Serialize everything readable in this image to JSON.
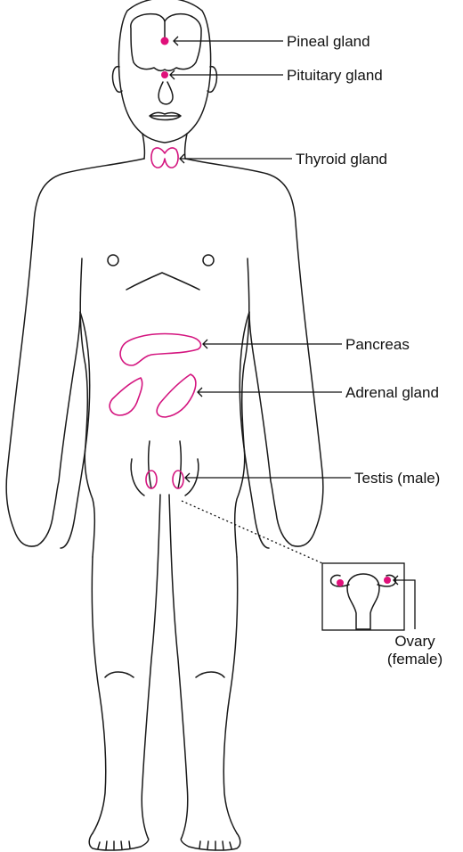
{
  "labels": {
    "pineal": "Pineal gland",
    "pituitary": "Pituitary gland",
    "thyroid": "Thyroid gland",
    "pancreas": "Pancreas",
    "adrenal": "Adrenal gland",
    "testis": "Testis (male)",
    "ovary_line1": "Ovary",
    "ovary_line2": "(female)"
  },
  "colors": {
    "gland_outline": "#d4157f",
    "gland_dot": "#e0107a",
    "body_outline": "#1a1a1a"
  }
}
